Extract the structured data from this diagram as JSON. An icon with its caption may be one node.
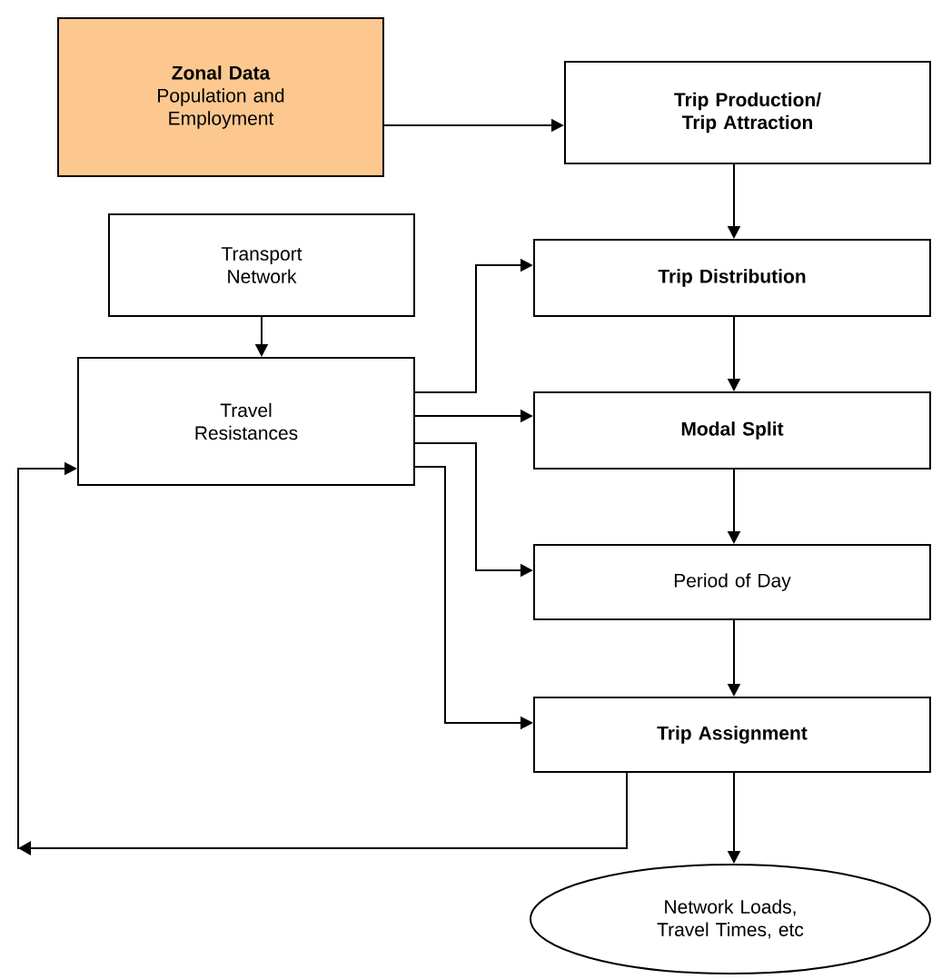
{
  "diagram": {
    "nodes": [
      {
        "text": [
          "Zonal Data",
          "Population and Employment"
        ]
      },
      {
        "text": [
          "Trip Production/ Trip Attraction"
        ]
      },
      {
        "text": [
          "Transport Network"
        ]
      },
      {
        "text": [
          "Travel Resistances"
        ]
      },
      {
        "text": [
          "Trip Distribution"
        ]
      },
      {
        "text": [
          "Modal Split"
        ]
      },
      {
        "text": [
          "Period of Day"
        ]
      },
      {
        "text": [
          "Trip Assignment"
        ]
      },
      {
        "text": [
          "Network Loads, Travel Times, etc"
        ]
      }
    ],
    "edges": [
      {
        "from": 0,
        "to": 1,
        "arrow": "to"
      },
      {
        "from": 1,
        "to": 4,
        "arrow": "to"
      },
      {
        "from": 2,
        "to": 3,
        "arrow": "to"
      },
      {
        "from": 3,
        "to": 4,
        "arrow": "to"
      },
      {
        "from": 3,
        "to": 5,
        "arrow": "to"
      },
      {
        "from": 4,
        "to": 5,
        "arrow": "to"
      },
      {
        "from": 3,
        "to": 6,
        "arrow": "to"
      },
      {
        "from": 5,
        "to": 6,
        "arrow": "to"
      },
      {
        "from": 3,
        "to": 7,
        "arrow": "to"
      },
      {
        "from": 6,
        "to": 7,
        "arrow": "to"
      },
      {
        "from": 7,
        "to": 8,
        "arrow": "to"
      },
      {
        "from": 7,
        "to": 3,
        "arrow": "to"
      }
    ]
  }
}
